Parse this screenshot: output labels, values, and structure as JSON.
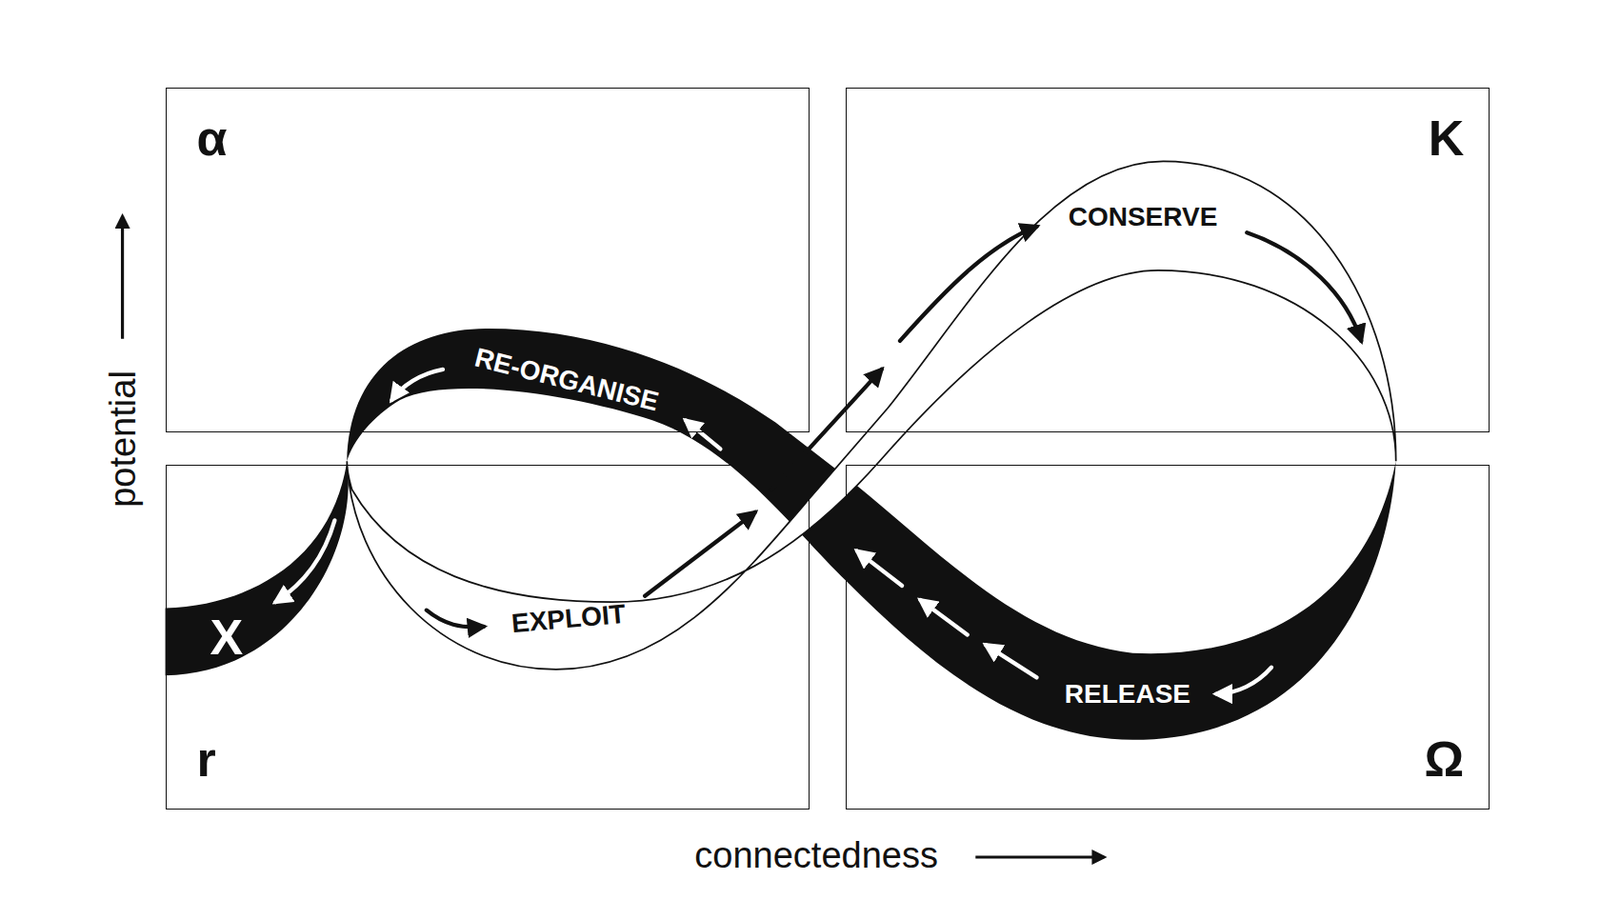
{
  "diagram": {
    "nodes": [
      {
        "text": [
          "α"
        ]
      },
      {
        "text": [
          "K"
        ]
      },
      {
        "text": [
          "r"
        ]
      },
      {
        "text": [
          "Ω"
        ]
      }
    ],
    "labels": [
      "RE-ORGANISE",
      "CONSERVE",
      "EXPLOIT",
      "RELEASE",
      "X",
      "potential",
      "connectedness"
    ]
  }
}
